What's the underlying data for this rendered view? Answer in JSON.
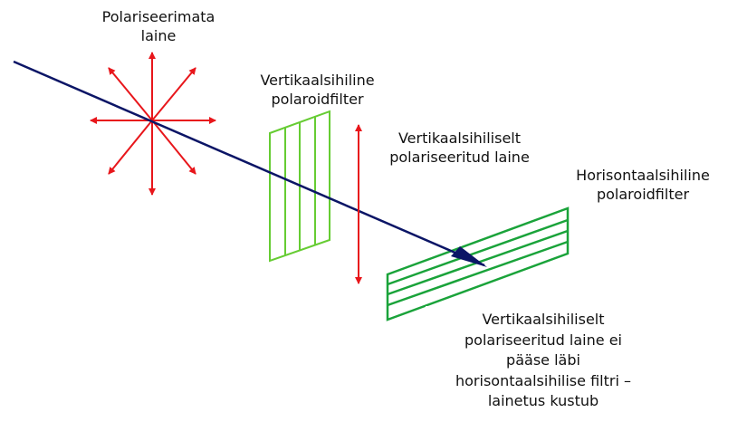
{
  "labels": {
    "unpolarized": [
      "Polariseerimata",
      "laine"
    ],
    "vertical_filter": [
      "Vertikaalsihiline",
      "polaroidfilter"
    ],
    "vertical_wave": [
      "Vertikaalsihiliselt",
      "polariseeritud laine"
    ],
    "horizontal_filter": [
      "Horisontaalsihiline",
      "polaroidfilter"
    ],
    "result": [
      "Vertikaalsihiliselt",
      "polariseeritud laine ei",
      "pääse läbi",
      "horisontaalsihilise filtri –",
      "lainetus kustub"
    ]
  },
  "colors": {
    "beam": "#0b1566",
    "field_arrows": "#e8161b",
    "vertical_filter": "#66cc33",
    "horizontal_filter": "#1aa33a"
  }
}
